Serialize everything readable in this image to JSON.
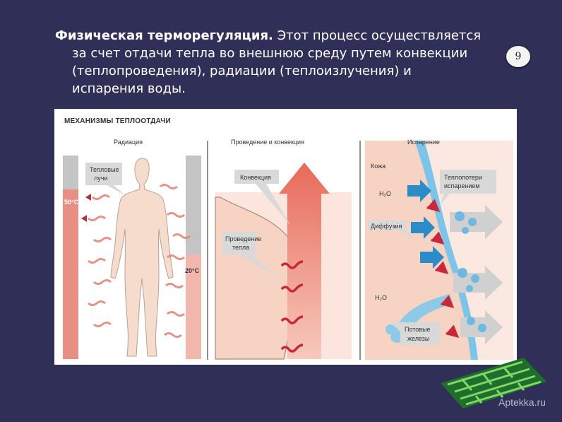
{
  "slide": {
    "title_bold": "Физическая терморегуляция.",
    "title_line1_rest": " Этот процесс осуществляется",
    "title_line2": "за счет отдачи тепла во внешнюю среду путем конвекции",
    "title_line3": "(теплопроведения), радиации (теплоизлучения) и",
    "title_line4": "испарения воды.",
    "page_number": "9"
  },
  "figure": {
    "title": "МЕХАНИЗМЫ ТЕПЛООТДАЧИ",
    "panels": {
      "radiation": {
        "label": "Радиация",
        "callout": [
          "Тепловые",
          "лучи"
        ],
        "temp_hot": "50°C",
        "temp_cold": "20°C"
      },
      "convection": {
        "label": "Проведение и конвекция",
        "callout_convection": "Конвекция",
        "callout_conduction": [
          "Проведение",
          "тепла"
        ]
      },
      "evaporation": {
        "label": "Испарение",
        "skin": "Кожа",
        "h2o_1": "H₂O",
        "diffusion": "Диффузия",
        "h2o_2": "H₂O",
        "losses": [
          "Теплопотери",
          "испарением"
        ],
        "glands": [
          "Потовые",
          "железы"
        ]
      }
    }
  },
  "watermark": "Aptekka.ru",
  "colors": {
    "background": "#302f58",
    "heat_red": "#e8867a",
    "arrow_red": "#c8283a",
    "skin": "#f7d8c8",
    "water_blue": "#4a9fd4",
    "callout_gray": "#d9d9d9"
  }
}
